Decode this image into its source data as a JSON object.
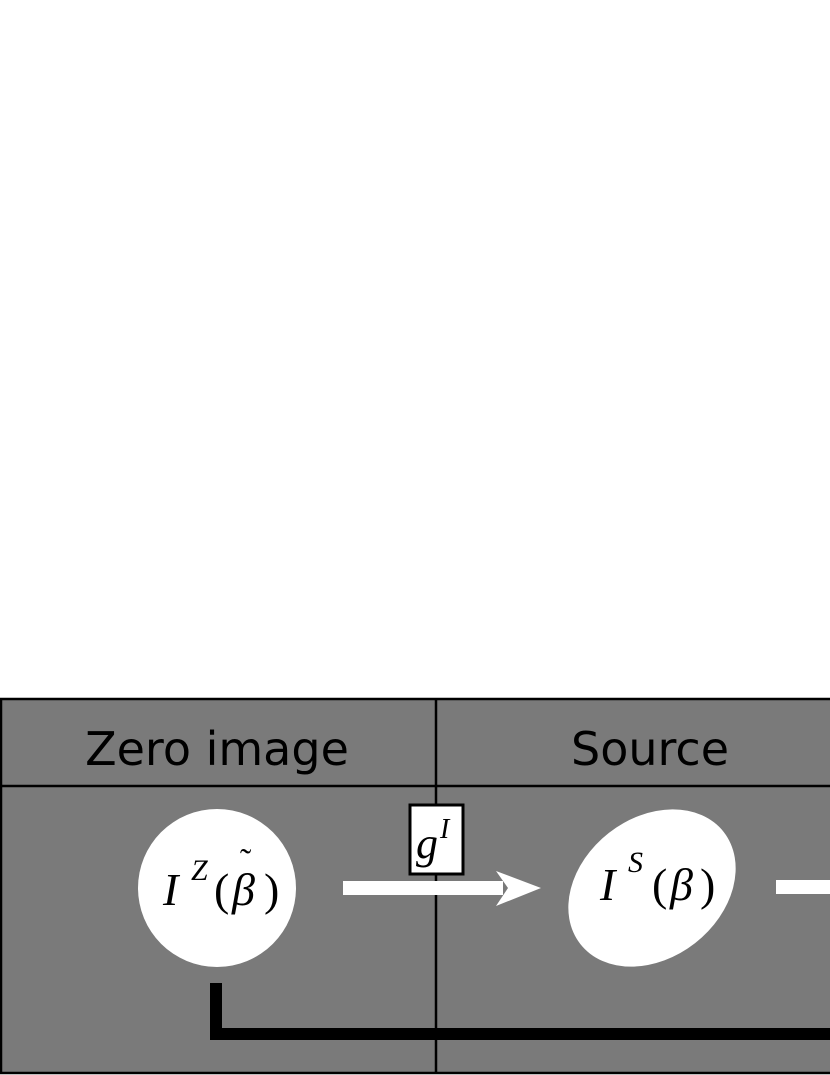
{
  "diagram": {
    "columns": [
      {
        "header": "Zero image"
      },
      {
        "header": "Source"
      }
    ],
    "zero_node": {
      "base": "I",
      "sup": "Z",
      "open": "(",
      "arg": "β",
      "tilde": "˜",
      "close": ")"
    },
    "source_node": {
      "base": "I",
      "sup": "S",
      "open": "(",
      "arg": "β",
      "close": ")"
    },
    "map_label": {
      "base": "g",
      "sup": "I"
    },
    "colors": {
      "panel": "#7a7a7a",
      "lines": "#000000",
      "shapes": "#ffffff",
      "page": "#ffffff"
    }
  }
}
